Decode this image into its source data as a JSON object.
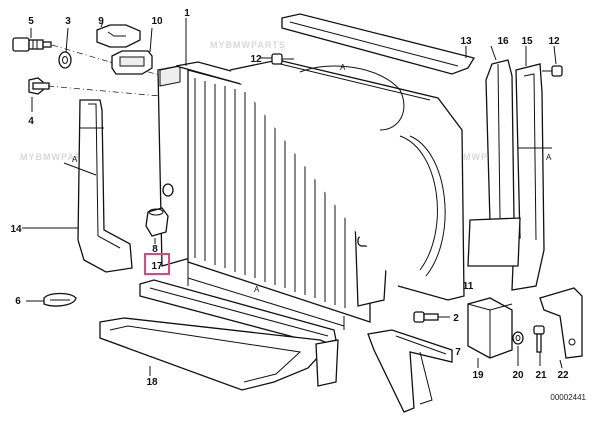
{
  "callouts": [
    {
      "id": "p5",
      "label": "5"
    },
    {
      "id": "p3",
      "label": "3"
    },
    {
      "id": "p9",
      "label": "9"
    },
    {
      "id": "p10",
      "label": "10"
    },
    {
      "id": "p1",
      "label": "1"
    },
    {
      "id": "p4",
      "label": "4"
    },
    {
      "id": "p12a",
      "label": "12"
    },
    {
      "id": "p13",
      "label": "13"
    },
    {
      "id": "p16",
      "label": "16"
    },
    {
      "id": "p15",
      "label": "15"
    },
    {
      "id": "p12b",
      "label": "12"
    },
    {
      "id": "p14",
      "label": "14"
    },
    {
      "id": "p8",
      "label": "8"
    },
    {
      "id": "p17",
      "label": "17"
    },
    {
      "id": "p11",
      "label": "11"
    },
    {
      "id": "p6",
      "label": "6"
    },
    {
      "id": "p2",
      "label": "2"
    },
    {
      "id": "p7",
      "label": "7"
    },
    {
      "id": "p18",
      "label": "18"
    },
    {
      "id": "p19",
      "label": "19"
    },
    {
      "id": "p20",
      "label": "20"
    },
    {
      "id": "p21",
      "label": "21"
    },
    {
      "id": "p22",
      "label": "22"
    }
  ],
  "dimension_letter": "A",
  "highlighted_label": "17",
  "highlight_color": "#e0467c",
  "reference_code": "00002441",
  "watermark": "MYBMWPARTS"
}
